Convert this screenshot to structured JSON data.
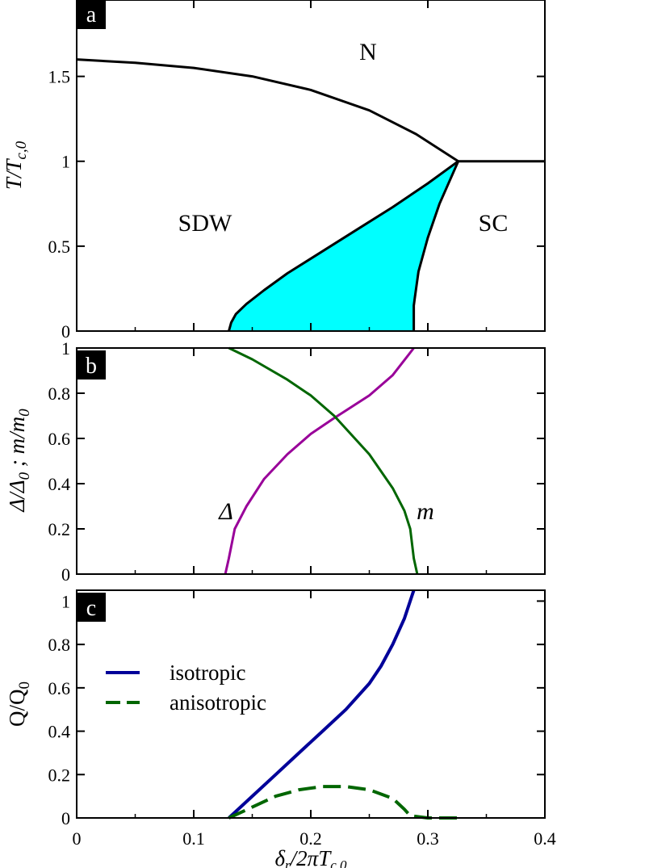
{
  "chart_data": [
    {
      "panel": "a",
      "type": "line",
      "ylabel": "T/T_{c,0}",
      "xlim": [
        0,
        0.4
      ],
      "ylim": [
        0,
        1.95
      ],
      "yticks": [
        "0",
        "0.5",
        "1",
        "1.5"
      ],
      "region_labels": [
        "N",
        "SDW",
        "SC"
      ],
      "series": [
        {
          "id": "n-sdw-boundary",
          "color": "#000000",
          "points": [
            [
              0,
              1.6
            ],
            [
              0.05,
              1.58
            ],
            [
              0.1,
              1.55
            ],
            [
              0.15,
              1.5
            ],
            [
              0.2,
              1.42
            ],
            [
              0.25,
              1.3
            ],
            [
              0.29,
              1.16
            ],
            [
              0.326,
              1.0
            ]
          ]
        },
        {
          "id": "n-sc-boundary",
          "color": "#000000",
          "points": [
            [
              0.326,
              1.0
            ],
            [
              0.4,
              1.0
            ]
          ]
        },
        {
          "id": "coexistence-upper",
          "color": "#000000",
          "points": [
            [
              0.13,
              0
            ],
            [
              0.132,
              0.05
            ],
            [
              0.136,
              0.1
            ],
            [
              0.145,
              0.16
            ],
            [
              0.16,
              0.24
            ],
            [
              0.18,
              0.34
            ],
            [
              0.21,
              0.47
            ],
            [
              0.24,
              0.6
            ],
            [
              0.27,
              0.73
            ],
            [
              0.3,
              0.87
            ],
            [
              0.326,
              1.0
            ]
          ]
        },
        {
          "id": "coexistence-right",
          "color": "#000000",
          "points": [
            [
              0.288,
              0
            ],
            [
              0.288,
              0.15
            ],
            [
              0.289,
              0.2
            ],
            [
              0.292,
              0.35
            ],
            [
              0.3,
              0.55
            ],
            [
              0.31,
              0.75
            ],
            [
              0.326,
              1.0
            ]
          ]
        }
      ],
      "fill_color": "#00ffff"
    },
    {
      "panel": "b",
      "type": "line",
      "ylabel": "Δ/Δ_0 ; m/m_0",
      "xlim": [
        0,
        0.4
      ],
      "ylim": [
        0,
        1
      ],
      "yticks": [
        "0",
        "0.2",
        "0.4",
        "0.6",
        "0.8",
        "1"
      ],
      "annotations": [
        "Δ",
        "m"
      ],
      "series": [
        {
          "id": "delta",
          "color": "#990099",
          "points": [
            [
              0.127,
              0
            ],
            [
              0.13,
              0.07
            ],
            [
              0.135,
              0.2
            ],
            [
              0.145,
              0.3
            ],
            [
              0.16,
              0.42
            ],
            [
              0.18,
              0.53
            ],
            [
              0.2,
              0.62
            ],
            [
              0.22,
              0.69
            ],
            [
              0.25,
              0.79
            ],
            [
              0.27,
              0.88
            ],
            [
              0.288,
              1.0
            ]
          ]
        },
        {
          "id": "m",
          "color": "#006600",
          "points": [
            [
              0.13,
              1.0
            ],
            [
              0.15,
              0.95
            ],
            [
              0.18,
              0.86
            ],
            [
              0.2,
              0.79
            ],
            [
              0.22,
              0.7
            ],
            [
              0.25,
              0.53
            ],
            [
              0.27,
              0.38
            ],
            [
              0.28,
              0.28
            ],
            [
              0.285,
              0.2
            ],
            [
              0.288,
              0.07
            ],
            [
              0.291,
              0
            ]
          ]
        }
      ]
    },
    {
      "panel": "c",
      "type": "line",
      "ylabel": "Q/Q_0",
      "xlabel": "δ_r/2πT_c,0",
      "xlim": [
        0,
        0.4
      ],
      "ylim": [
        0,
        1.05
      ],
      "yticks": [
        "0",
        "0.2",
        "0.4",
        "0.6",
        "0.8",
        "1"
      ],
      "xticks": [
        "0",
        "0.1",
        "0.2",
        "0.3",
        "0.4"
      ],
      "legend_placement": "upper-left",
      "series": [
        {
          "name": "isotropic",
          "color": "#000099",
          "dash": false,
          "points": [
            [
              0.13,
              0
            ],
            [
              0.15,
              0.1
            ],
            [
              0.17,
              0.2
            ],
            [
              0.19,
              0.3
            ],
            [
              0.21,
              0.4
            ],
            [
              0.23,
              0.5
            ],
            [
              0.25,
              0.62
            ],
            [
              0.26,
              0.7
            ],
            [
              0.27,
              0.8
            ],
            [
              0.28,
              0.92
            ],
            [
              0.288,
              1.05
            ]
          ]
        },
        {
          "name": "anisotropic",
          "color": "#006600",
          "dash": true,
          "points": [
            [
              0.13,
              0
            ],
            [
              0.15,
              0.05
            ],
            [
              0.17,
              0.1
            ],
            [
              0.19,
              0.13
            ],
            [
              0.21,
              0.145
            ],
            [
              0.23,
              0.145
            ],
            [
              0.25,
              0.13
            ],
            [
              0.27,
              0.09
            ],
            [
              0.28,
              0.04
            ],
            [
              0.285,
              0.01
            ],
            [
              0.3,
              0
            ],
            [
              0.33,
              0
            ]
          ]
        }
      ]
    }
  ],
  "panel_letters": [
    "a",
    "b",
    "c"
  ]
}
